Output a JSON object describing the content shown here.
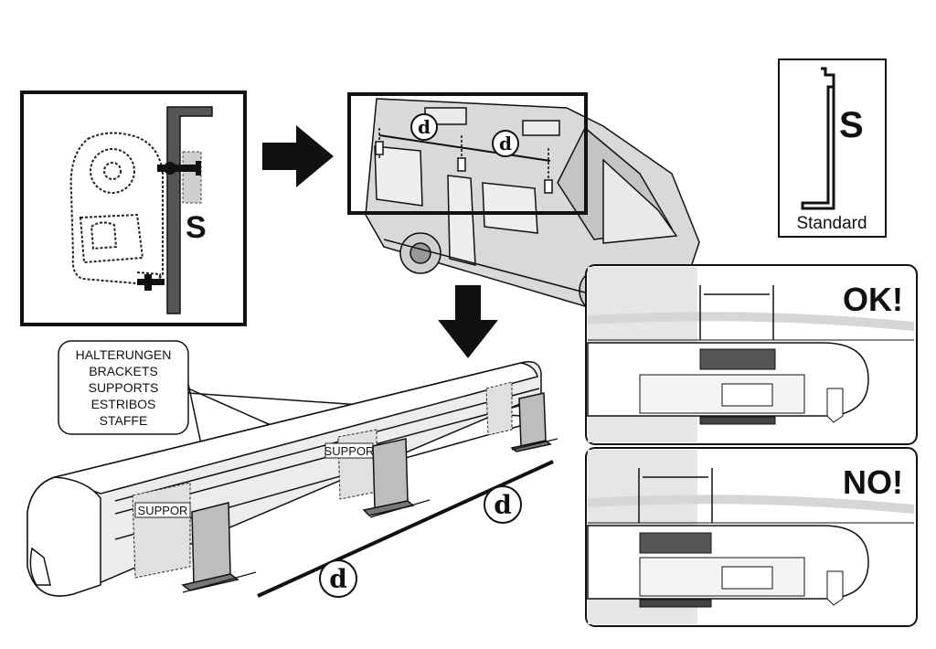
{
  "detail_box": {
    "label": "S"
  },
  "profile_box": {
    "label": "S",
    "caption": "Standard"
  },
  "van_view": {
    "dist_labels": [
      "d",
      "d"
    ]
  },
  "brackets_callout": {
    "lines": [
      "HALTERUNGEN",
      "BRACKETS",
      "SUPPORTS",
      "ESTRIBOS",
      "STAFFE"
    ]
  },
  "awning": {
    "plate_text": "SUPPOR",
    "plate_text_2": "SUPPOR",
    "dist_labels": [
      "d",
      "d"
    ]
  },
  "ok_panel": {
    "label": "OK!"
  },
  "no_panel": {
    "label": "NO!"
  },
  "colors": {
    "outline": "#111111",
    "van_fill": "#d9d9d9",
    "bracket_fill": "#bdbdbd",
    "panel_shade": "#e6e6e6"
  }
}
